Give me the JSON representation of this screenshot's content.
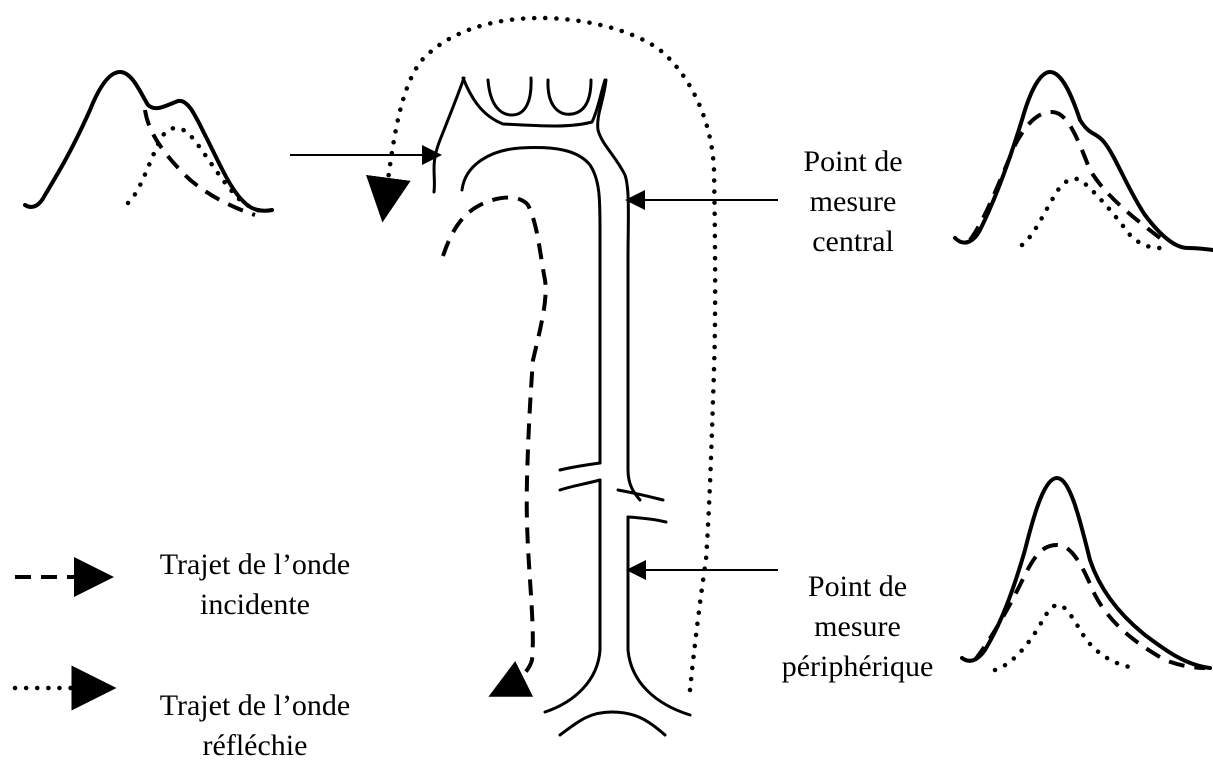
{
  "labels": {
    "central_measure": [
      "Point de",
      "mesure",
      "central"
    ],
    "peripheral_measure": [
      "Point de",
      "mesure",
      "périphérique"
    ]
  },
  "legend": {
    "incident": [
      "Trajet de l’onde",
      "incidente"
    ],
    "reflected": [
      "Trajet de l’onde",
      "réfléchie"
    ]
  }
}
